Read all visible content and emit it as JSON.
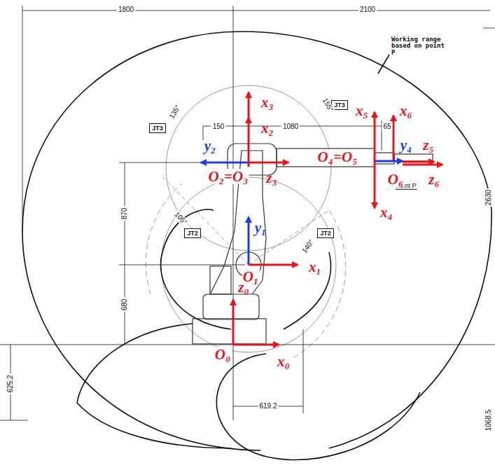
{
  "diagram": {
    "nodes": [
      {
        "text": [
          "JT3"
        ]
      },
      {
        "text": [
          "JT3"
        ]
      },
      {
        "text": [
          "JT2"
        ]
      },
      {
        "text": [
          "JT2"
        ]
      }
    ],
    "labels": [
      "1800",
      "2100",
      "Working range based on point P",
      "150",
      "1080",
      "65",
      "135°",
      "155°",
      "105°",
      "140°",
      "870",
      "680",
      "625.2",
      "619.2",
      "2630",
      "1068.5",
      "Point P",
      "x₃",
      "x₂",
      "y₂",
      "O₂=O₃",
      "z₃",
      "x₅",
      "x₆",
      "O₄=O₅",
      "y₄",
      "z₅",
      "z₆",
      "O₆",
      "x₄",
      "y₁",
      "x₁",
      "O₁",
      "z₀",
      "O₀",
      "x₀"
    ]
  }
}
